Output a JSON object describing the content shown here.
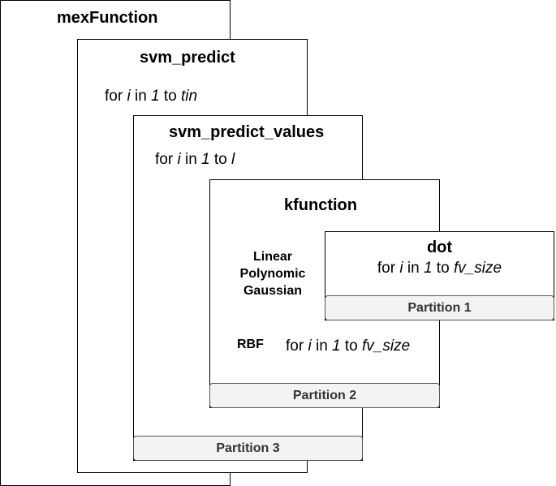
{
  "boxes": {
    "mexFunction": {
      "title": "mexFunction"
    },
    "svm_predict": {
      "title": "svm_predict",
      "loop": {
        "prefix": "for ",
        "var": "i",
        "mid": " in ",
        "start": "1",
        "to": " to ",
        "end": "tin"
      }
    },
    "svm_predict_values": {
      "title": "svm_predict_values",
      "loop": {
        "prefix": "for ",
        "var": "i",
        "mid": " in ",
        "start": "1",
        "to": " to ",
        "end": "l"
      },
      "partition": "Partition 3"
    },
    "kfunction": {
      "title": "kfunction",
      "kernels": [
        "Linear",
        "Polynomic",
        "Gaussian"
      ],
      "rbf_label": "RBF",
      "rbf_loop": {
        "prefix": "for ",
        "var": "i",
        "mid": " in ",
        "start": "1",
        "to": " to ",
        "end": "fv_size"
      },
      "partition": "Partition 2"
    },
    "dot": {
      "title": "dot",
      "loop": {
        "prefix": "for ",
        "var": "i",
        "mid": " in ",
        "start": "1",
        "to": " to ",
        "end": "fv_size"
      },
      "partition": "Partition 1"
    }
  }
}
